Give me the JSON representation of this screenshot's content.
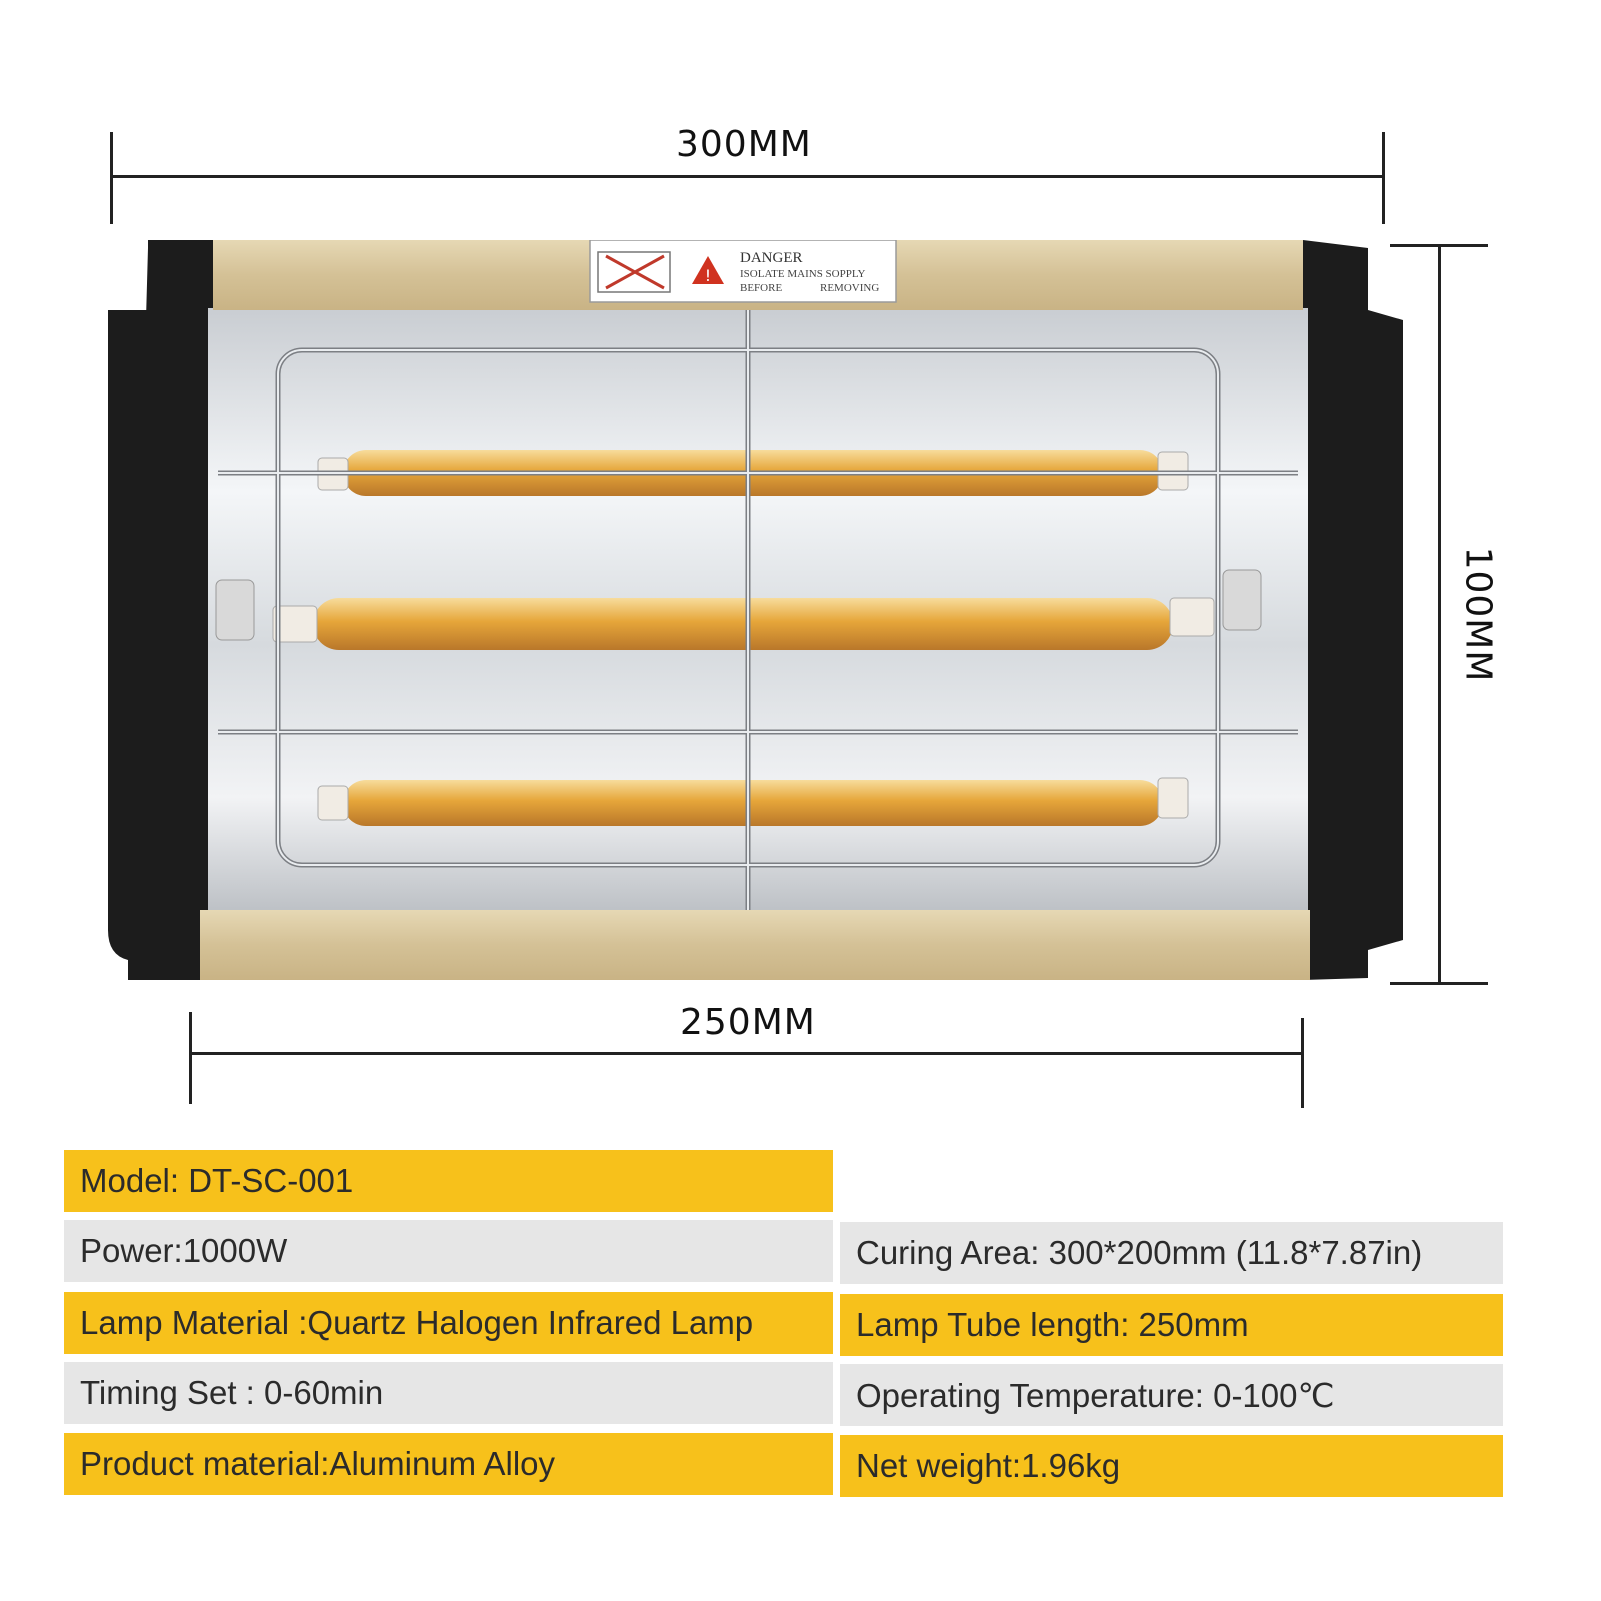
{
  "dimensions": {
    "top_width": "300MM",
    "bottom_width": "250MM",
    "height": "100MM"
  },
  "warning_label": {
    "title": "DANGER",
    "line1": "ISOLATE MAINS SOPPLY",
    "line2_left": "BEFORE",
    "line2_right": "REMOVING"
  },
  "specs": {
    "model": "Model: DT-SC-001",
    "left": [
      "Power:1000W",
      "Lamp Material :Quartz Halogen Infrared Lamp",
      "Timing Set : 0-60min",
      "Product material:Aluminum Alloy"
    ],
    "right": [
      "Curing Area: 300*200mm (11.8*7.87in)",
      "Lamp Tube length: 250mm",
      "Operating Temperature: 0-100℃",
      "Net weight:1.96kg"
    ]
  },
  "colors": {
    "row_highlight": "#f7c11b",
    "row_alt": "#e6e6e6",
    "frame_gold": "#d8c7a0",
    "side_black": "#1c1c1c",
    "tube_amber": "#e8a93a"
  }
}
